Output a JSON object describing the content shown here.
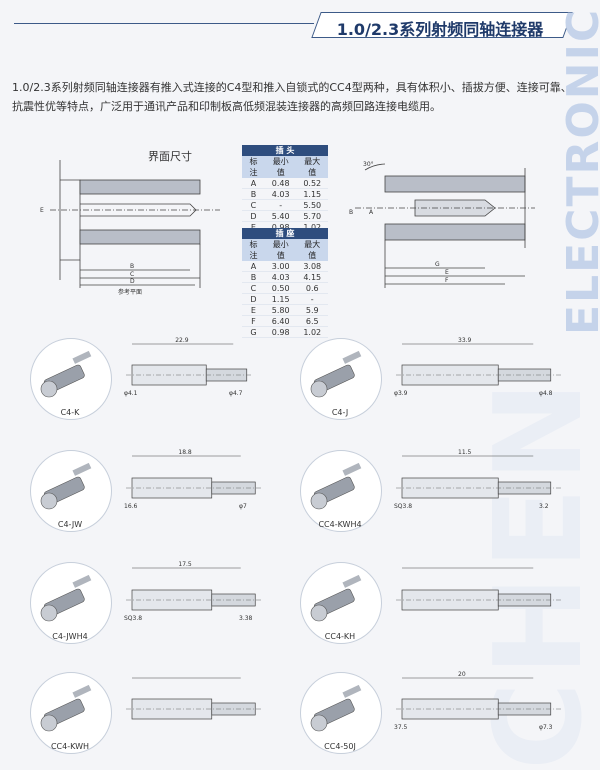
{
  "header": {
    "title": "1.0/2.3系列射频同轴连接器"
  },
  "side_word": "ELECTRONIC",
  "intro": "1.0/2.3系列射频同轴连接器有推入式连接的C4型和推入自锁式的CC4型两种，具有体积小、插拔方便、连接可靠、抗震性优等特点，广泛用于通讯产品和印制板高低频混装连接器的高频回路连接电缆用。",
  "interface_title": "界面尺寸",
  "plug_table": {
    "caption": "插 头",
    "headers": [
      "标 注",
      "最小值",
      "最大值"
    ],
    "rows": [
      [
        "A",
        "0.48",
        "0.52"
      ],
      [
        "B",
        "4.03",
        "1.15"
      ],
      [
        "C",
        "-",
        "5.50"
      ],
      [
        "D",
        "5.40",
        "5.70"
      ],
      [
        "E",
        "0.98",
        "1.02"
      ]
    ]
  },
  "socket_table": {
    "caption": "插 座",
    "headers": [
      "标 注",
      "最小值",
      "最大值"
    ],
    "rows": [
      [
        "A",
        "3.00",
        "3.08"
      ],
      [
        "B",
        "4.03",
        "4.15"
      ],
      [
        "C",
        "0.50",
        "0.6"
      ],
      [
        "D",
        "1.15",
        "-"
      ],
      [
        "E",
        "5.80",
        "5.9"
      ],
      [
        "F",
        "6.40",
        "6.5"
      ],
      [
        "G",
        "0.98",
        "1.02"
      ]
    ]
  },
  "products": [
    {
      "code": "C4-K",
      "dim": "22.9",
      "dims2": "φ4.1",
      "dims3": "φ4.7"
    },
    {
      "code": "C4-J",
      "dim": "33.9",
      "dims2": "φ3.9",
      "dims3": "φ4.8"
    },
    {
      "code": "C4-JW",
      "dim": "18.8",
      "dims2": "16.6",
      "dims3": "φ7"
    },
    {
      "code": "CC4-KWH4",
      "dim": "11.5",
      "dims2": "SQ3.8",
      "dims3": "3.2"
    },
    {
      "code": "C4-JWH4",
      "dim": "17.5",
      "dims2": "SQ3.8",
      "dims3": "3.38"
    },
    {
      "code": "CC4-KH",
      "dim": "",
      "dims2": "",
      "dims3": ""
    },
    {
      "code": "CC4-KWH",
      "dim": "",
      "dims2": "",
      "dims3": ""
    },
    {
      "code": "CC4-50J",
      "dim": "20",
      "dims2": "37.5",
      "dims3": "φ7.3"
    }
  ],
  "drawing_labels": {
    "ref_plane": "参考平面",
    "angle": "30°",
    "letters": [
      "A",
      "B",
      "C",
      "D",
      "E",
      "F",
      "G"
    ]
  }
}
